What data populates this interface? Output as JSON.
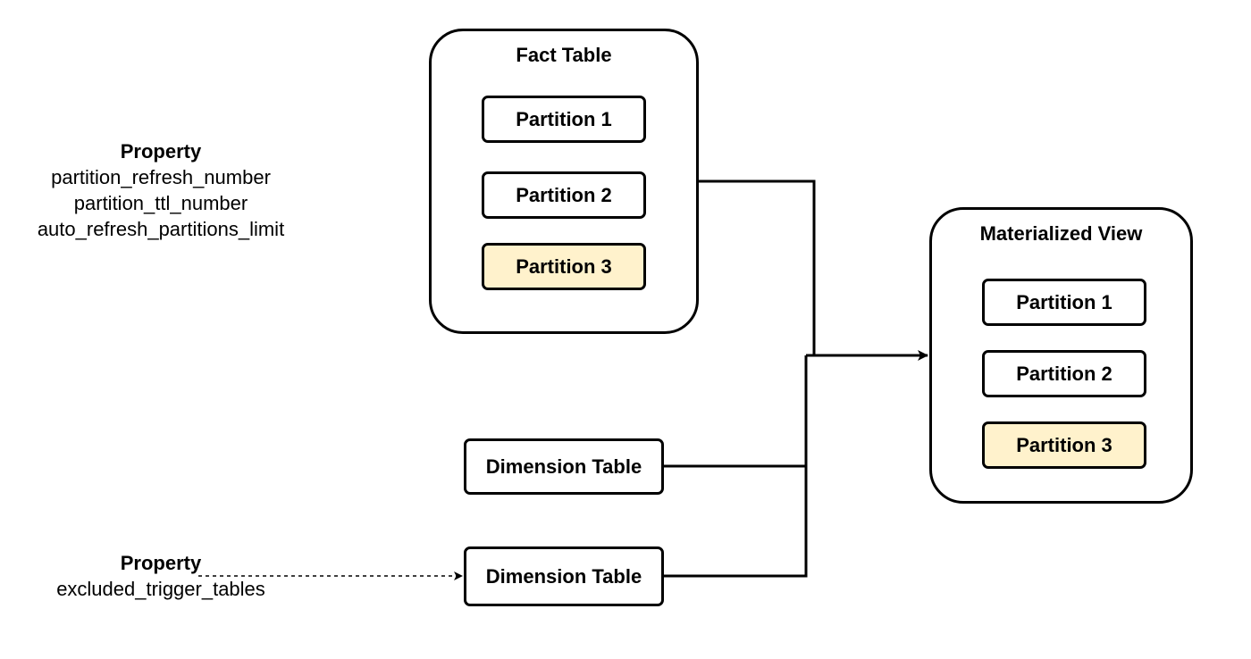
{
  "fact_table": {
    "title": "Fact Table",
    "partitions": [
      {
        "label": "Partition 1",
        "highlight": false
      },
      {
        "label": "Partition 2",
        "highlight": false
      },
      {
        "label": "Partition 3",
        "highlight": true
      }
    ]
  },
  "materialized_view": {
    "title": "Materialized View",
    "partitions": [
      {
        "label": "Partition 1",
        "highlight": false
      },
      {
        "label": "Partition 2",
        "highlight": false
      },
      {
        "label": "Partition 3",
        "highlight": true
      }
    ]
  },
  "dimension_tables": [
    {
      "label": "Dimension Table"
    },
    {
      "label": "Dimension Table"
    }
  ],
  "property_refresh": {
    "title": "Property",
    "lines": [
      "partition_refresh_number",
      "partition_ttl_number",
      "auto_refresh_partitions_limit"
    ]
  },
  "property_excluded": {
    "title": "Property",
    "lines": [
      "excluded_trigger_tables"
    ]
  },
  "colors": {
    "highlight_fill": "#fff2cc",
    "stroke": "#000000"
  }
}
